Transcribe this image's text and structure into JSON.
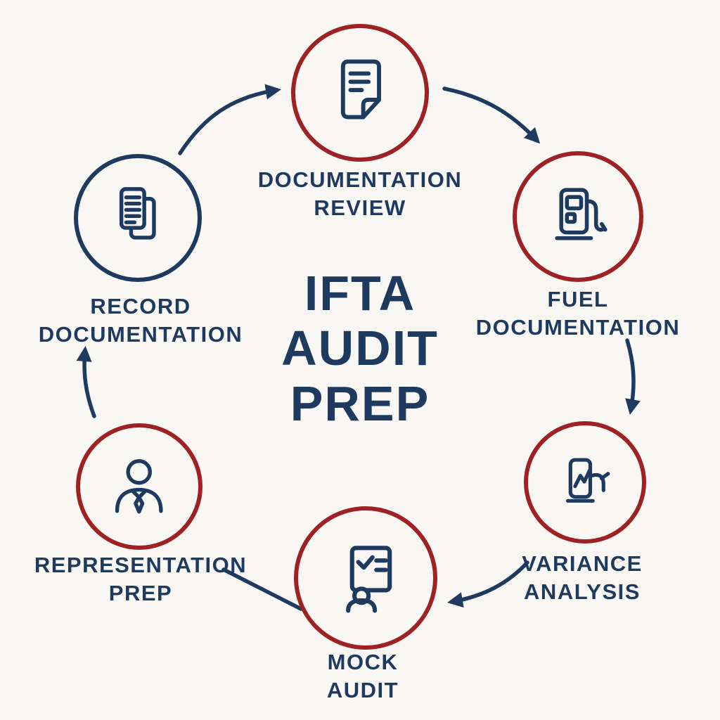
{
  "title": "IFTA\nAUDIT\nPREP",
  "diagram_type": "circular-process-cycle",
  "colors": {
    "navy": "#1f3a5f",
    "red": "#9e2124",
    "background": "#f8f7f4"
  },
  "nodes": [
    {
      "id": "documentation-review",
      "label": "DOCUMENTATION\nREVIEW",
      "icon": "document-icon",
      "ring_color": "red"
    },
    {
      "id": "fuel-documentation",
      "label": "FUEL\nDOCUMENTATION",
      "icon": "fuel-pump-icon",
      "ring_color": "red"
    },
    {
      "id": "variance-analysis",
      "label": "VARIANCE\nANALYSIS",
      "icon": "fuel-variance-chart-icon",
      "ring_color": "red"
    },
    {
      "id": "mock-audit",
      "label": "MOCK\nAUDIT",
      "icon": "checklist-person-icon",
      "ring_color": "red"
    },
    {
      "id": "representation-prep",
      "label": "REPRESENTATION\nPREP",
      "icon": "person-tie-icon",
      "ring_color": "red"
    },
    {
      "id": "record-documentation",
      "label": "RECORD\nDOCUMENTATION",
      "icon": "stacked-documents-icon",
      "ring_color": "navy"
    }
  ],
  "sequence": [
    "documentation-review",
    "fuel-documentation",
    "variance-analysis",
    "mock-audit",
    "representation-prep",
    "record-documentation"
  ]
}
